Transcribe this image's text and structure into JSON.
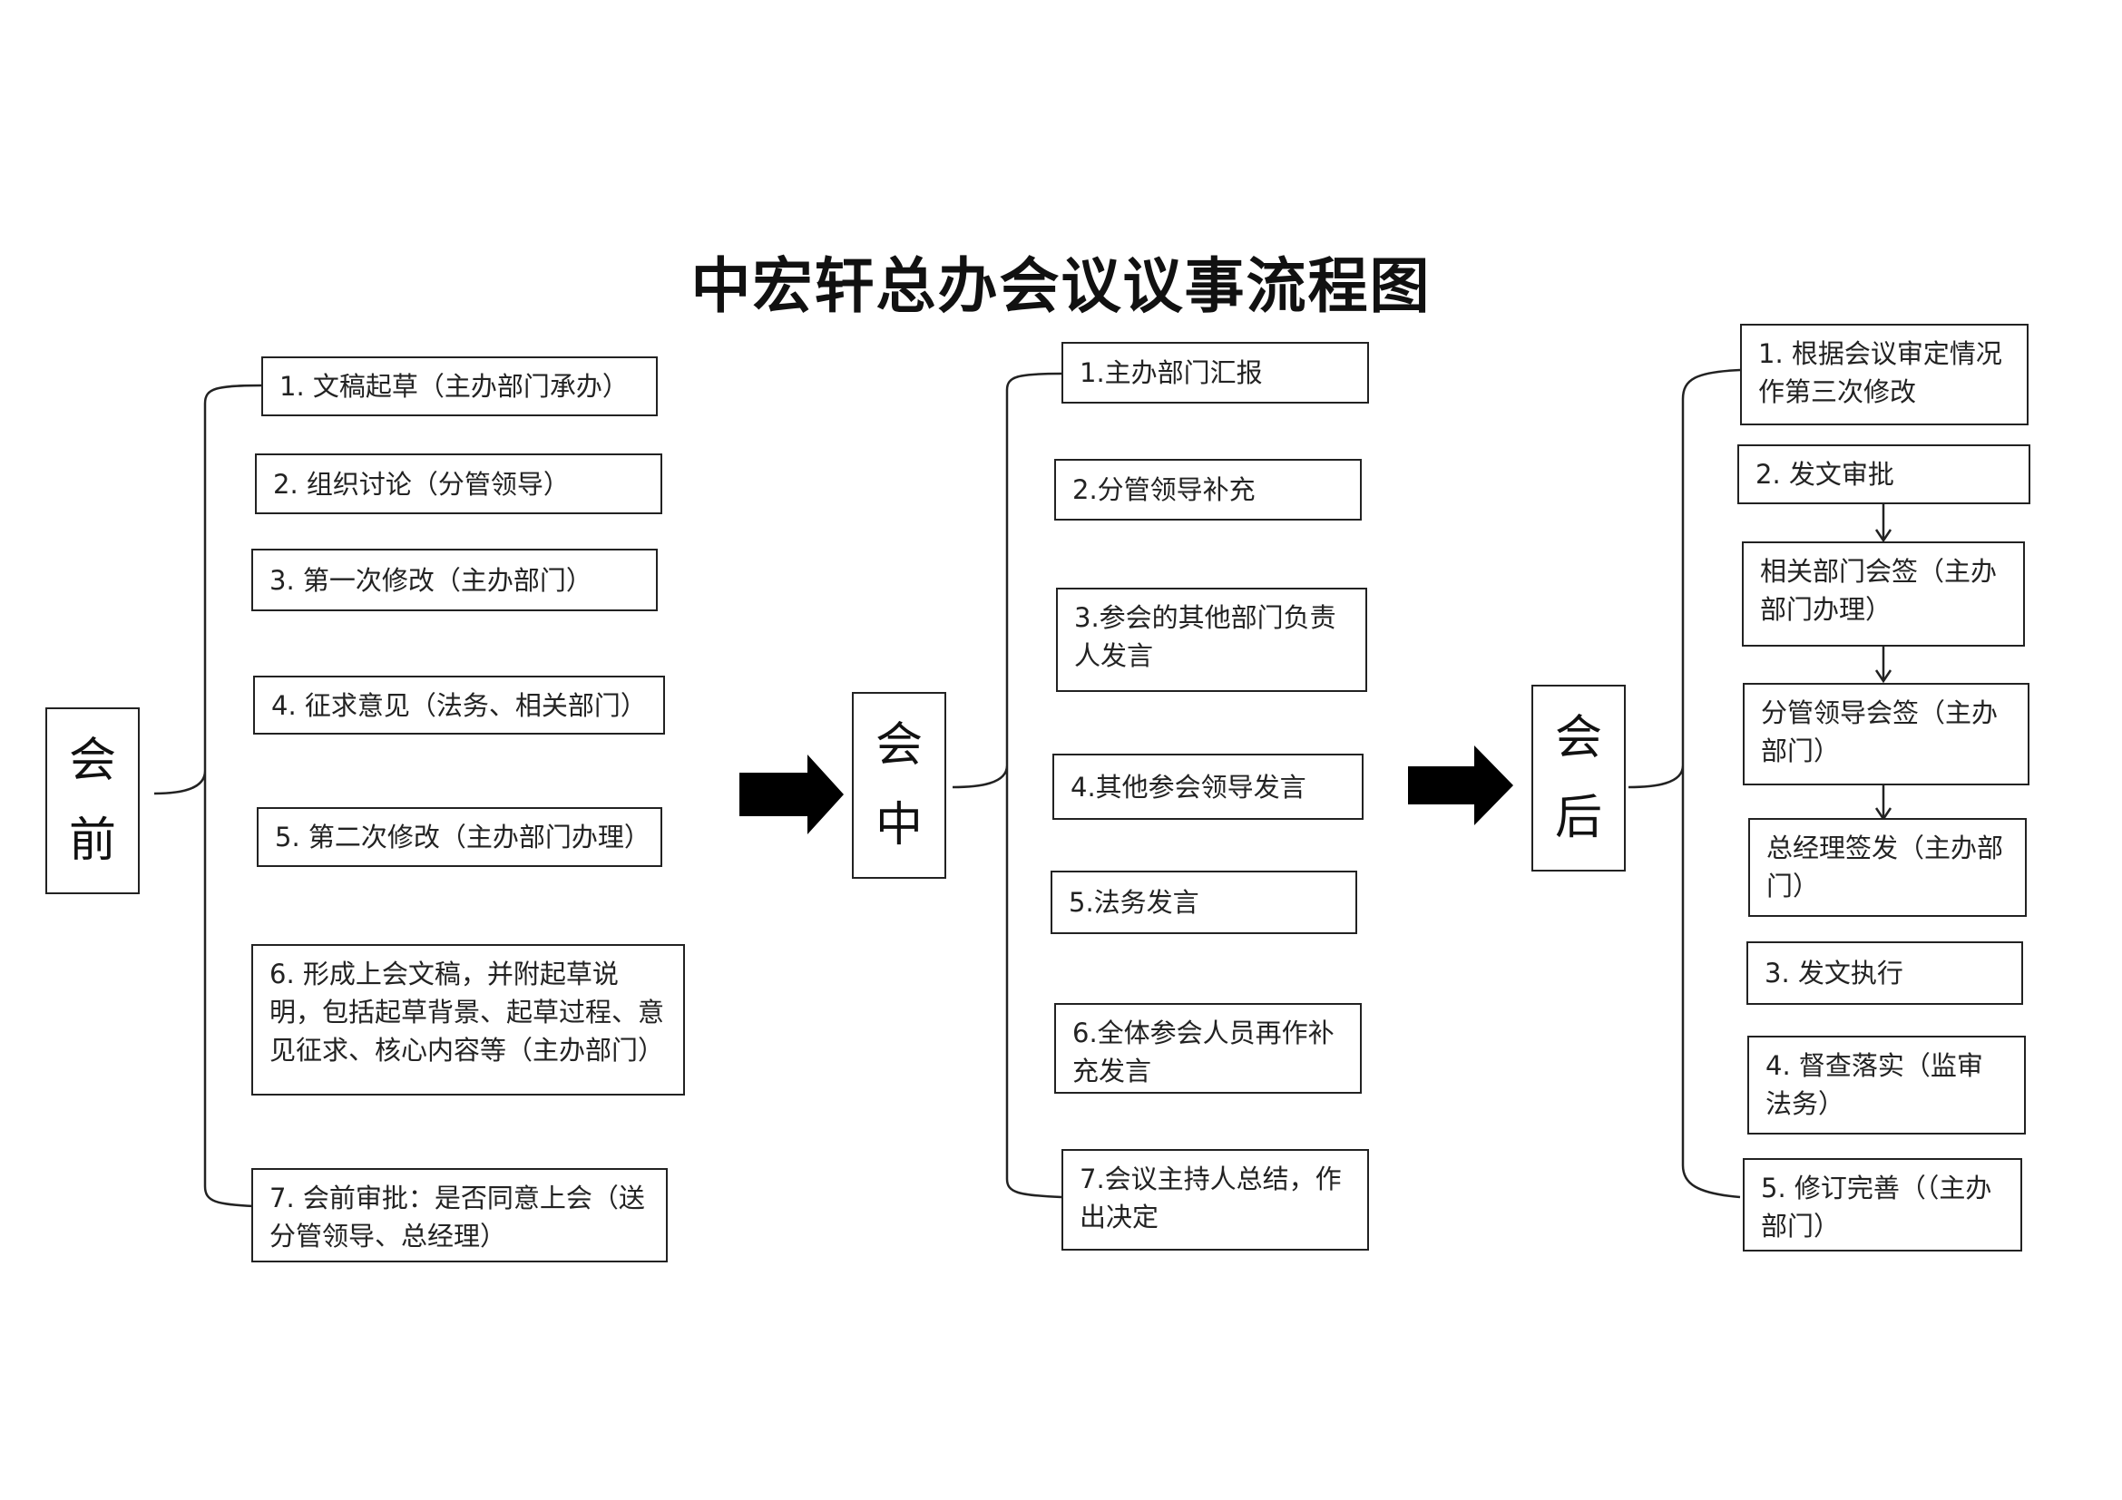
{
  "title": "中宏轩总办会议议事流程图",
  "phases": {
    "before": [
      "会",
      "前"
    ],
    "during": [
      "会",
      "中"
    ],
    "after": [
      "会",
      "后"
    ]
  },
  "before_steps": [
    "1. 文稿起草（主办部门承办）",
    "2. 组织讨论（分管领导）",
    "3. 第一次修改（主办部门）",
    "4. 征求意见（法务、相关部门）",
    "5. 第二次修改（主办部门办理）",
    "6. 形成上会文稿，并附起草说明，包括起草背景、起草过程、意见征求、核心内容等（主办部门）",
    "7. 会前审批：是否同意上会（送分管领导、总经理）"
  ],
  "during_steps": [
    "1.主办部门汇报",
    "2.分管领导补充",
    "3.参会的其他部门负责人发言",
    "4.其他参会领导发言",
    "5.法务发言",
    "6.全体参会人员再作补充发言",
    "7.会议主持人总结，作出决定"
  ],
  "after_steps": [
    "1. 根据会议审定情况作第三次修改",
    "2. 发文审批",
    "相关部门会签（主办部门办理）",
    "分管领导会签（主办部门）",
    "总经理签发（主办部门）",
    "3. 发文执行",
    "4. 督查落实（监审法务）",
    "5. 修订完善（（主办部门）"
  ],
  "colors": {
    "line": "#222222",
    "arrow": "#000000"
  }
}
